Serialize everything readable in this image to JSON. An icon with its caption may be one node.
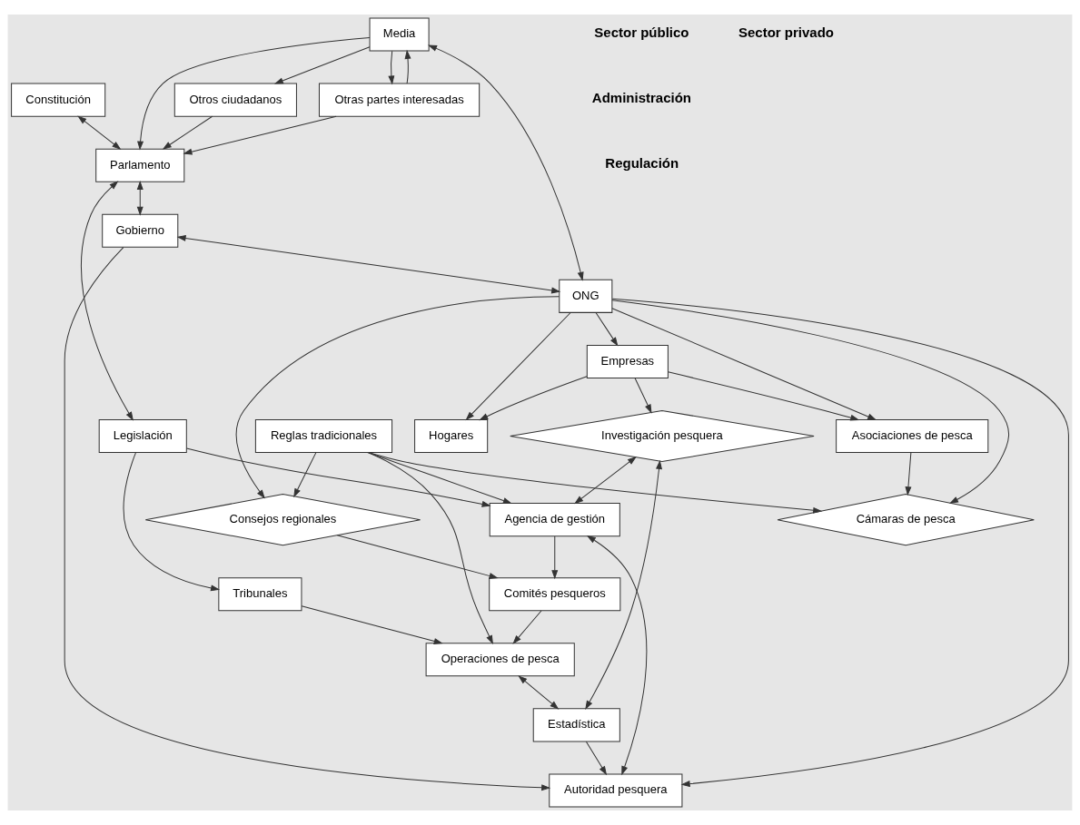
{
  "diagram": {
    "nodes": [
      {
        "text": [
          "Constitución"
        ]
      },
      {
        "text": [
          "Otros ciudadanos"
        ]
      },
      {
        "text": [
          "Media"
        ]
      },
      {
        "text": [
          "Otras partes interesadas"
        ]
      },
      {
        "text": [
          "Parlamento"
        ]
      },
      {
        "text": [
          "Gobierno"
        ]
      },
      {
        "text": [
          "ONG"
        ]
      },
      {
        "text": [
          "Empresas"
        ]
      },
      {
        "text": [
          "Hogares"
        ]
      },
      {
        "text": [
          "Estadística"
        ]
      },
      {
        "text": [
          "Autoridad pesquera"
        ]
      },
      {
        "text": [
          "Asociaciones de pesca"
        ]
      },
      {
        "text": [
          "Legislación"
        ]
      },
      {
        "text": [
          "Investigación pesquera"
        ]
      },
      {
        "text": [
          "Consejos regionales"
        ]
      },
      {
        "text": [
          "Cámaras de pesca"
        ]
      },
      {
        "text": [
          "Agencia de gestión"
        ]
      },
      {
        "text": [
          "Reglas tradicionales"
        ]
      },
      {
        "text": [
          "Tribunales"
        ]
      },
      {
        "text": [
          "Comités pesqueros"
        ]
      },
      {
        "text": [
          "Operaciones de pesca"
        ]
      }
    ],
    "edges": [
      {
        "from": 2,
        "to": 1,
        "arrow": "to"
      },
      {
        "from": 2,
        "to": 3,
        "arrow": "to"
      },
      {
        "from": 0,
        "to": 4,
        "arrow": "both"
      },
      {
        "from": 1,
        "to": 4,
        "arrow": "to"
      },
      {
        "from": 2,
        "to": 4,
        "arrow": "to"
      },
      {
        "from": 3,
        "to": 2,
        "arrow": "to"
      },
      {
        "from": 3,
        "to": 4,
        "arrow": "to"
      },
      {
        "from": 2,
        "to": 6,
        "arrow": "both"
      },
      {
        "from": 4,
        "to": 5,
        "arrow": "both"
      },
      {
        "from": 4,
        "to": 12,
        "arrow": "both"
      },
      {
        "from": 5,
        "to": 6,
        "arrow": "both"
      },
      {
        "from": 5,
        "to": 10,
        "arrow": "to"
      },
      {
        "from": 6,
        "to": 7,
        "arrow": "to"
      },
      {
        "from": 6,
        "to": 8,
        "arrow": "to"
      },
      {
        "from": 6,
        "to": 11,
        "arrow": "to"
      },
      {
        "from": 7,
        "to": 8,
        "arrow": "to"
      },
      {
        "from": 7,
        "to": 11,
        "arrow": "to"
      },
      {
        "from": 7,
        "to": 13,
        "arrow": "to"
      },
      {
        "from": 9,
        "to": 13,
        "arrow": "both"
      },
      {
        "from": 9,
        "to": 10,
        "arrow": "to"
      },
      {
        "from": 20,
        "to": 9,
        "arrow": "both"
      },
      {
        "from": 6,
        "to": 10,
        "arrow": "to"
      },
      {
        "from": 6,
        "to": 14,
        "arrow": "to"
      },
      {
        "from": 6,
        "to": 15,
        "arrow": "to"
      },
      {
        "from": 11,
        "to": 15,
        "arrow": "to"
      },
      {
        "from": 17,
        "to": 14,
        "arrow": "to"
      },
      {
        "from": 17,
        "to": 15,
        "arrow": "to"
      },
      {
        "from": 17,
        "to": 16,
        "arrow": "to"
      },
      {
        "from": 17,
        "to": 20,
        "arrow": "to"
      },
      {
        "from": 14,
        "to": 19,
        "arrow": "to"
      },
      {
        "from": 12,
        "to": 18,
        "arrow": "to"
      },
      {
        "from": 12,
        "to": 16,
        "arrow": "to"
      },
      {
        "from": 10,
        "to": 16,
        "arrow": "both"
      },
      {
        "from": 13,
        "to": 16,
        "arrow": "both"
      },
      {
        "from": 16,
        "to": 19,
        "arrow": "to"
      },
      {
        "from": 19,
        "to": 20,
        "arrow": "to"
      },
      {
        "from": 18,
        "to": 20,
        "arrow": "to"
      }
    ],
    "labels": [
      "Sector público",
      "Sector privado",
      "Administración",
      "Regulación"
    ]
  }
}
